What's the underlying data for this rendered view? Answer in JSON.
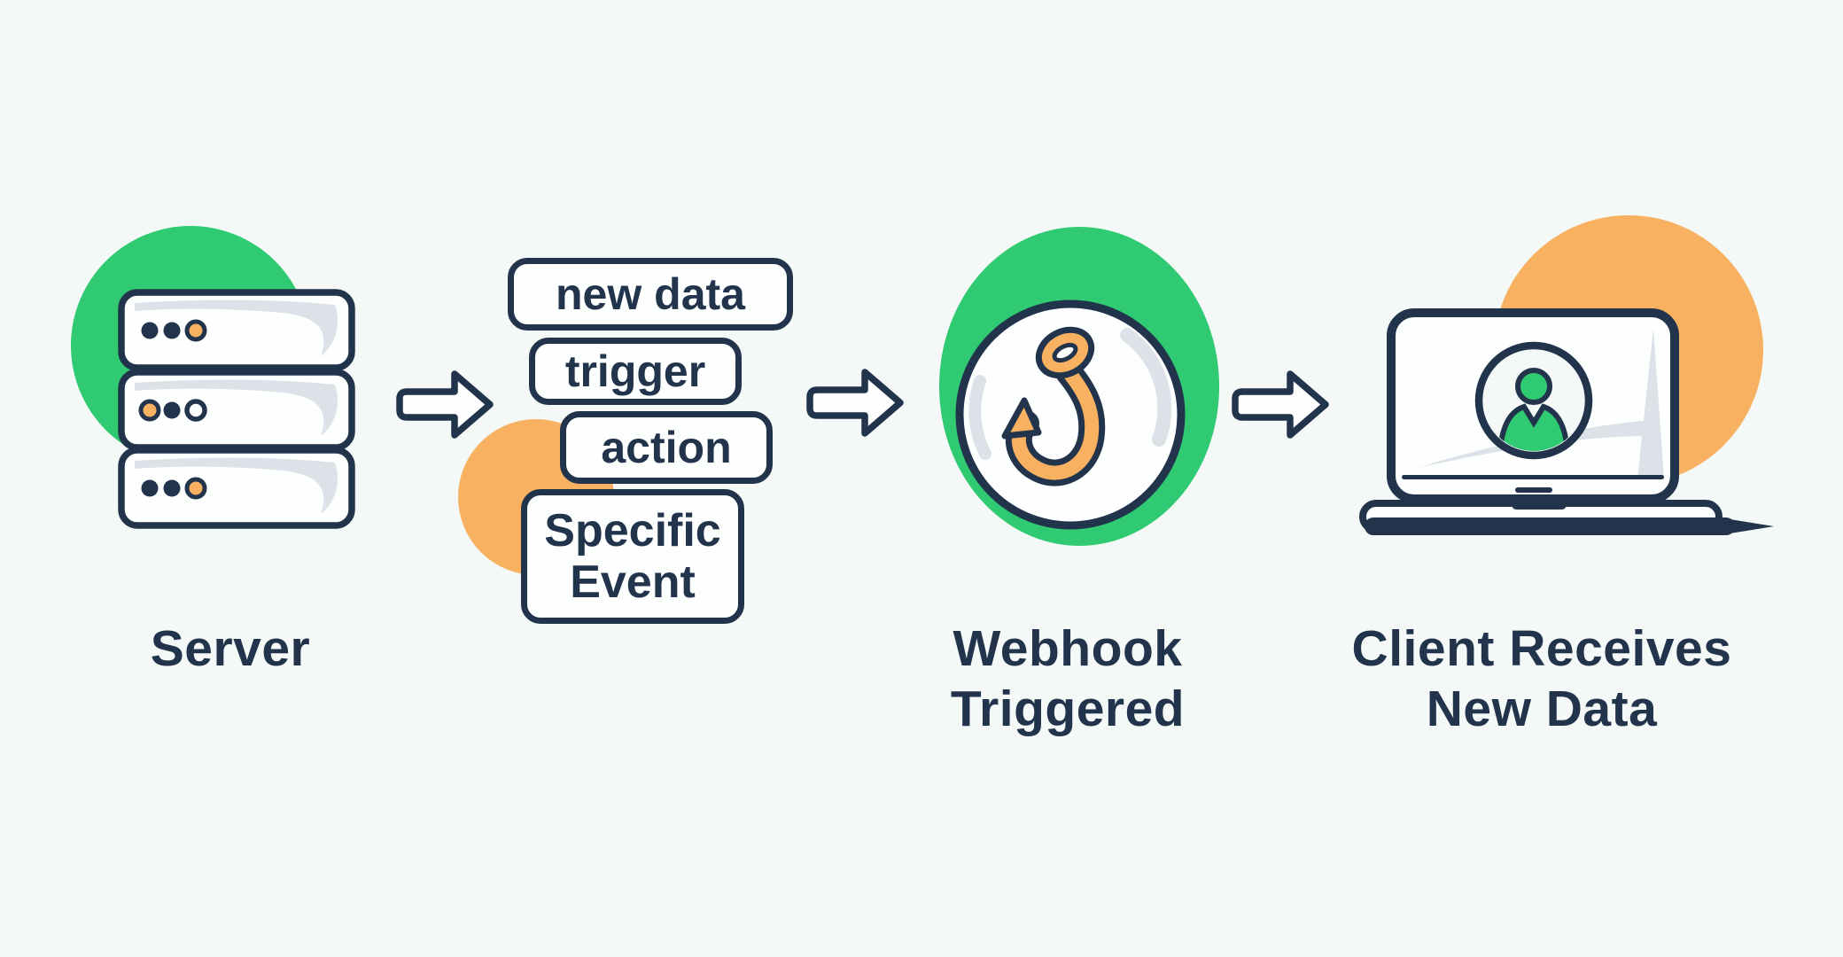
{
  "colors": {
    "navy": "#22334C",
    "green": "#2FCA71",
    "orange": "#F7B160",
    "background": "#F4F8F6",
    "highlight-gray": "#DDE2E8",
    "surface": "#FDFEFE"
  },
  "flow": {
    "server": {
      "label": "Server",
      "icon": "server-rack-icon"
    },
    "event": {
      "tags": {
        "t1": "new data",
        "t2": "trigger",
        "t3": "action"
      },
      "specific": "Specific Event"
    },
    "webhook": {
      "line1": "Webhook",
      "line2": "Triggered",
      "icon": "hook-icon"
    },
    "client": {
      "line1": "Client Receives",
      "line2": "New Data",
      "icon": "laptop-user-icon"
    },
    "connector_icon": "arrow-right-icon"
  }
}
